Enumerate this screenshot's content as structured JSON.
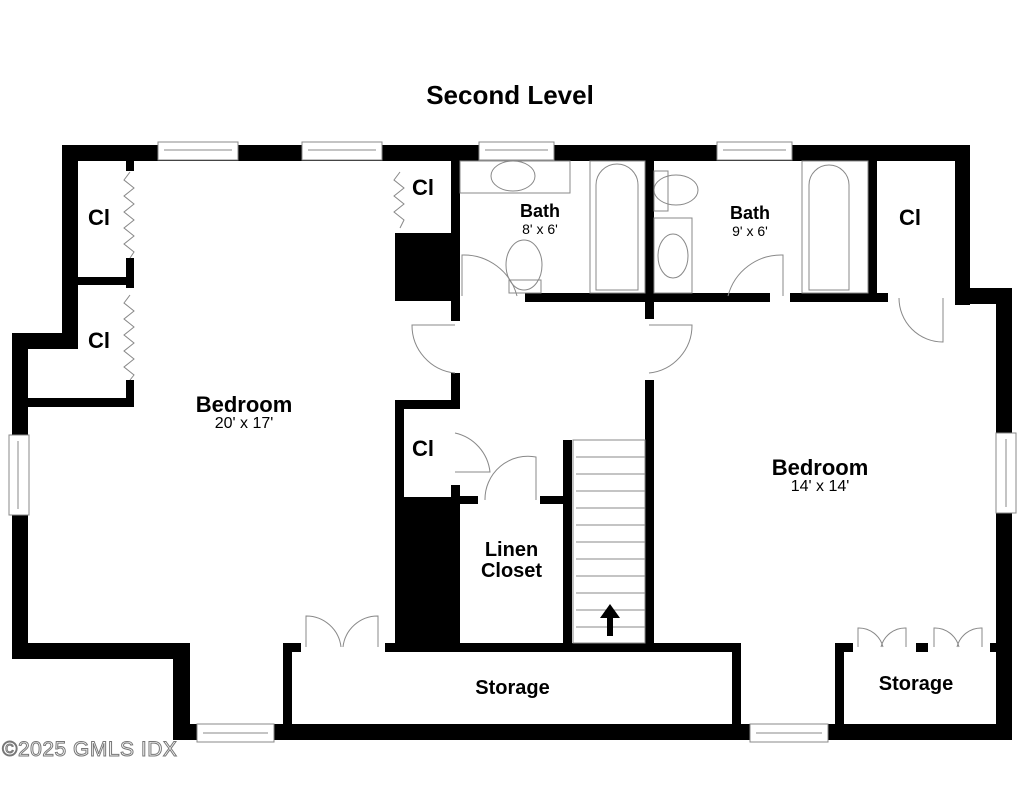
{
  "plan": {
    "title": "Second Level",
    "copyright": "©2025 GMLS IDX",
    "colors": {
      "wall": "#000000",
      "fixture": "#888888",
      "background": "#ffffff"
    }
  },
  "rooms": {
    "bedroom_left": {
      "name": "Bedroom",
      "dims": "20' x 17'"
    },
    "bedroom_right": {
      "name": "Bedroom",
      "dims": "14' x 14'"
    },
    "bath_1": {
      "name": "Bath",
      "dims": "8' x 6'"
    },
    "bath_2": {
      "name": "Bath",
      "dims": "9' x 6'"
    },
    "linen": {
      "line1": "Linen",
      "line2": "Closet"
    },
    "storage_center": {
      "name": "Storage"
    },
    "storage_right": {
      "name": "Storage"
    },
    "closets": {
      "left_upper": "Cl",
      "left_lower": "Cl",
      "top_center": "Cl",
      "hall": "Cl",
      "right": "Cl"
    }
  },
  "stairs": {
    "direction": "up",
    "icon": "arrow-up-icon"
  }
}
